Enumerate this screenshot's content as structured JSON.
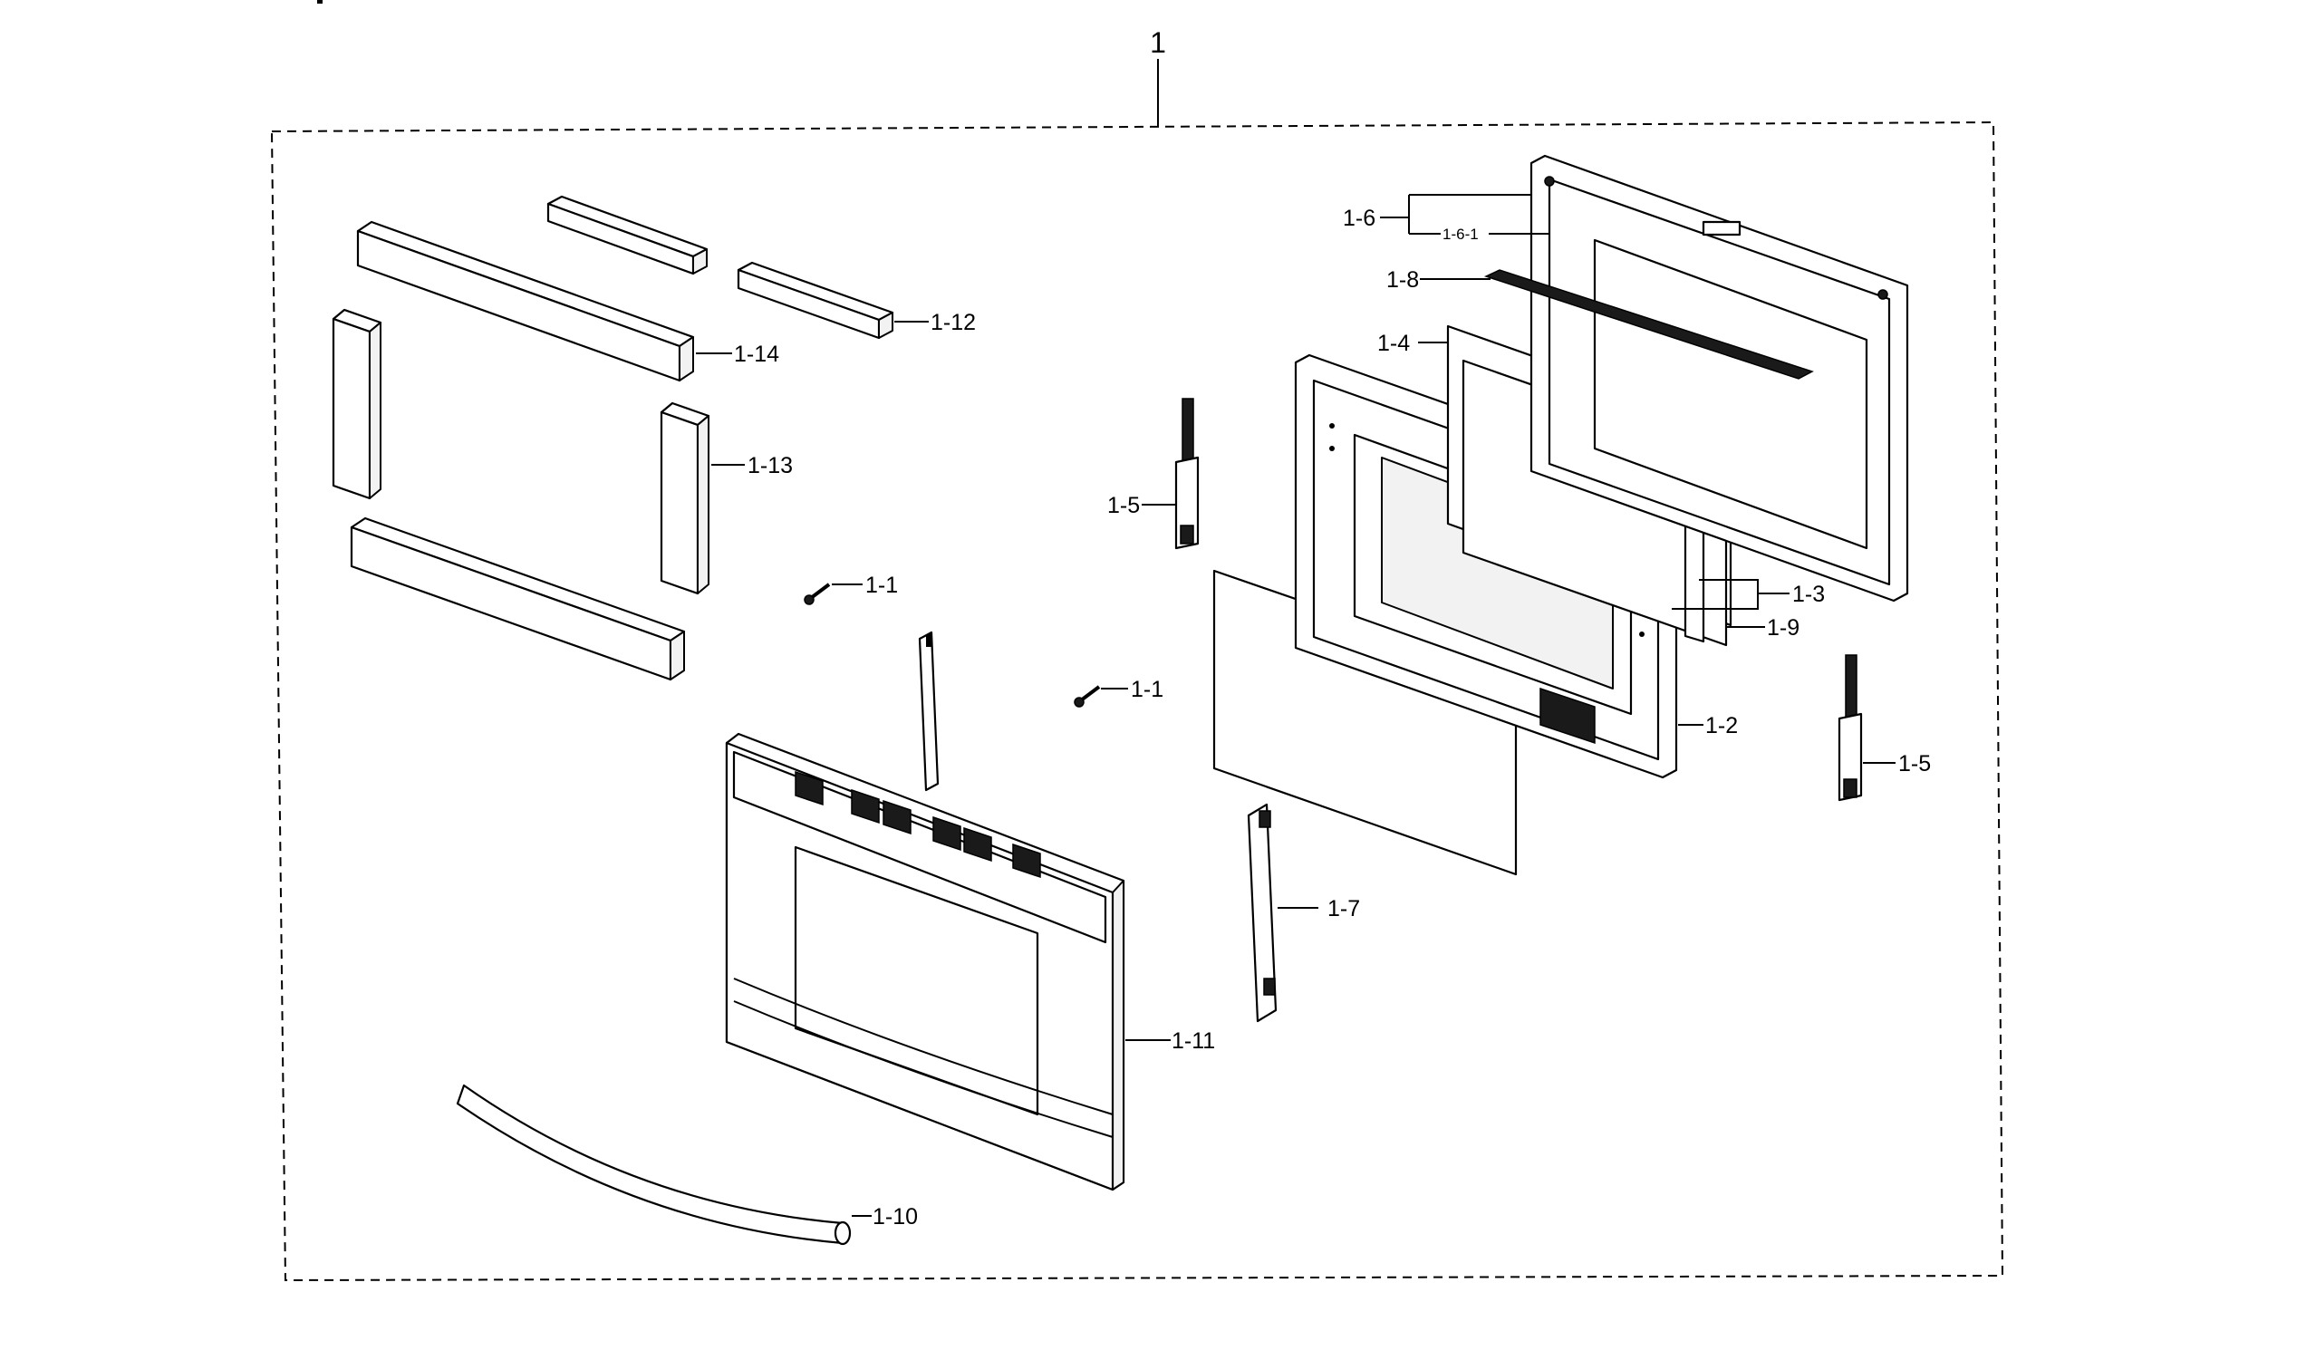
{
  "assembly_label": "1",
  "callouts": {
    "1_1a": "1-1",
    "1_1b": "1-1",
    "1_2": "1-2",
    "1_3": "1-3",
    "1_4": "1-4",
    "1_5a": "1-5",
    "1_5b": "1-5",
    "1_6": "1-6",
    "1_6_1": "1-6-1",
    "1_7": "1-7",
    "1_8": "1-8",
    "1_9": "1-9",
    "1_10": "1-10",
    "1_11": "1-11",
    "1_12": "1-12",
    "1_13": "1-13",
    "1_14": "1-14"
  }
}
